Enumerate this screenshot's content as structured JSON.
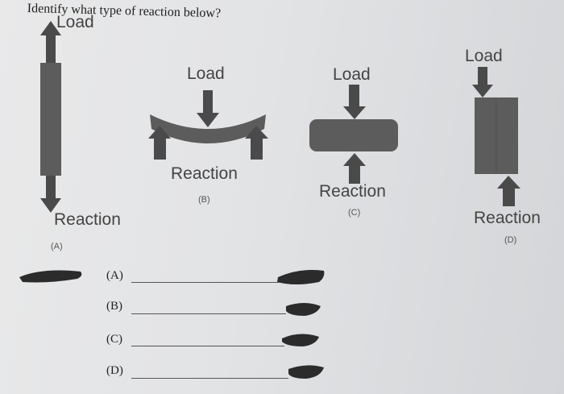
{
  "question": "Identify what type of reaction below?",
  "figures": {
    "A": {
      "load": "Load",
      "reaction": "Reaction",
      "caption": "(A)"
    },
    "B": {
      "load": "Load",
      "reaction": "Reaction",
      "caption": "(B)"
    },
    "C": {
      "load": "Load",
      "reaction": "Reaction",
      "caption": "(C)"
    },
    "D": {
      "load": "Load",
      "reaction": "Reaction",
      "caption": "(D)"
    }
  },
  "answers": [
    {
      "label": "(A)"
    },
    {
      "label": "(B)"
    },
    {
      "label": "(C)"
    },
    {
      "label": "(D)"
    }
  ],
  "colors": {
    "member": "#5c5c5c",
    "arrow": "#4a4a4a",
    "scribble": "#2b2b2b"
  }
}
